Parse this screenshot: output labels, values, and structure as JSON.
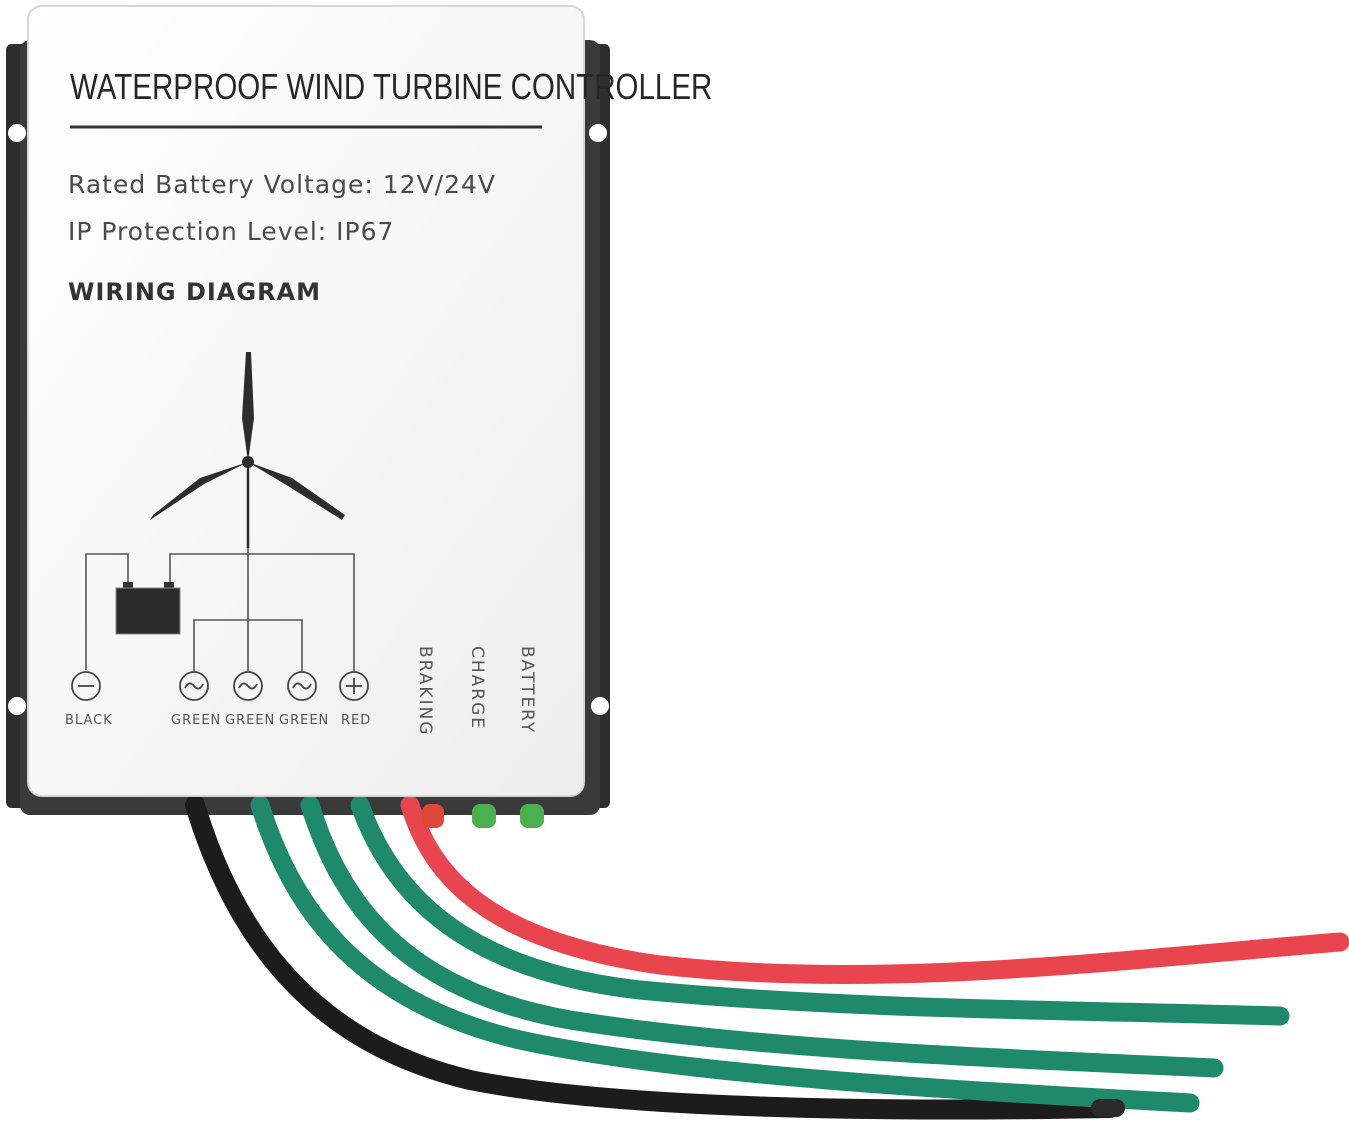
{
  "product": {
    "title": "WATERPROOF WIND TURBINE CONTROLLER",
    "specs": [
      "Rated Battery Voltage: 12V/24V",
      "IP Protection Level: IP67"
    ],
    "diagram_heading": "WIRING DIAGRAM"
  },
  "terminals": [
    {
      "symbol": "minus-icon",
      "label": "BLACK"
    },
    {
      "symbol": "tilde-icon",
      "label": "GREEN"
    },
    {
      "symbol": "tilde-icon",
      "label": "GREEN"
    },
    {
      "symbol": "tilde-icon",
      "label": "GREEN"
    },
    {
      "symbol": "plus-icon",
      "label": "RED"
    }
  ],
  "indicators": [
    {
      "label": "BRAKING",
      "color": "#e0463a"
    },
    {
      "label": "CHARGE",
      "color": "#4caf50"
    },
    {
      "label": "BATTERY",
      "color": "#4caf50"
    }
  ],
  "colors": {
    "wire_red": "#e8454f",
    "wire_green": "#1f8a6b",
    "wire_black": "#1c1c1c",
    "housing": "#2b2b2b",
    "faceplate": "#f7f7f7"
  }
}
